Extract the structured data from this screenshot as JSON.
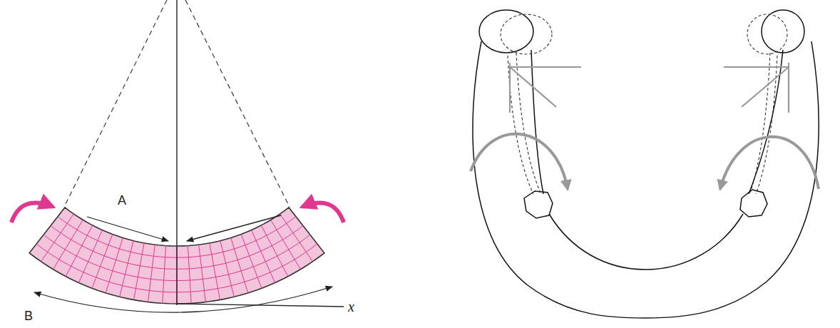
{
  "diagram": {
    "labels": [
      "A",
      "B",
      "x"
    ]
  }
}
